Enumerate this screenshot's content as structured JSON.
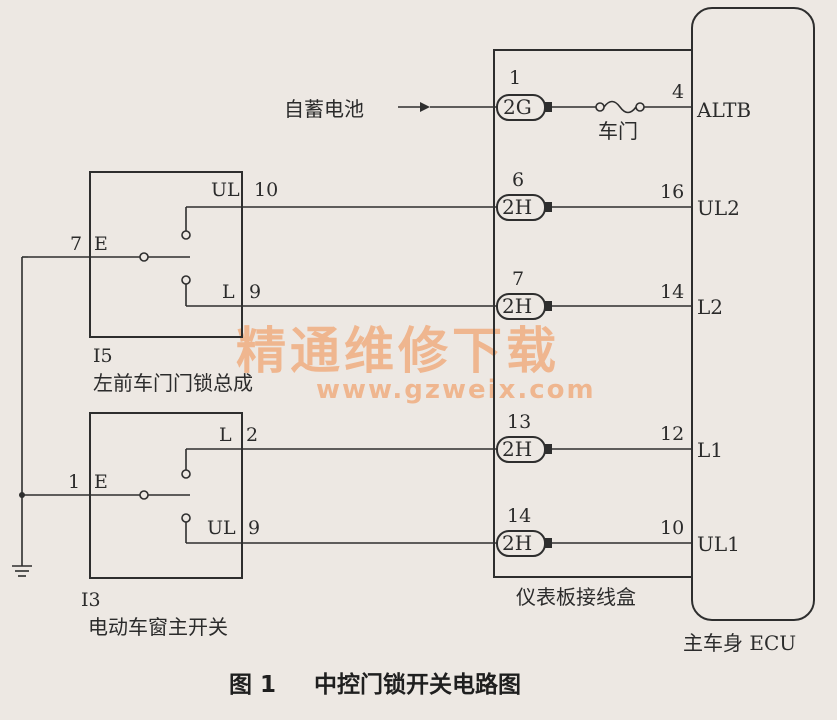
{
  "source": {
    "label": "自蓄电池"
  },
  "fuse": {
    "label": "车门"
  },
  "ecu": {
    "label": "主车身 ECU"
  },
  "junction_box": {
    "label": "仪表板接线盒"
  },
  "caption": {
    "fig": "图 1",
    "title": "中控门锁开关电路图"
  },
  "watermark": {
    "cn": "精通维修下载",
    "url": "www.gzweix.com"
  },
  "switch_i5": {
    "id": "I5",
    "name": "左前车门门锁总成",
    "ground_pin": "7",
    "ground_label": "E",
    "top_label": "UL",
    "top_pin": "10",
    "bottom_label": "L",
    "bottom_pin": "9"
  },
  "switch_i3": {
    "id": "I3",
    "name": "电动车窗主开关",
    "ground_pin": "1",
    "ground_label": "E",
    "top_label": "L",
    "top_pin": "2",
    "bottom_label": "UL",
    "bottom_pin": "9"
  },
  "connectors": [
    {
      "pin": "1",
      "name": "2G"
    },
    {
      "pin": "6",
      "name": "2H"
    },
    {
      "pin": "7",
      "name": "2H"
    },
    {
      "pin": "13",
      "name": "2H"
    },
    {
      "pin": "14",
      "name": "2H"
    }
  ],
  "ecu_pins": [
    {
      "pin": "4",
      "label": "ALTB"
    },
    {
      "pin": "16",
      "label": "UL2"
    },
    {
      "pin": "14",
      "label": "L2"
    },
    {
      "pin": "12",
      "label": "L1"
    },
    {
      "pin": "10",
      "label": "UL1"
    }
  ]
}
